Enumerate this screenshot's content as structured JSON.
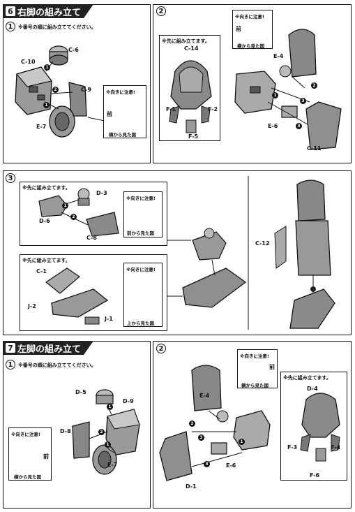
{
  "section6": {
    "num": "6",
    "title": "右脚の組み立て",
    "step1": {
      "step": "1",
      "note": "※番号の順に組み立ててください。",
      "parts": [
        "C-6",
        "C-10",
        "C-9",
        "E-7"
      ],
      "caution_title": "※向きに注意!",
      "caution_front": "前",
      "caution_caption": "横から見た図",
      "seq": [
        "1",
        "2",
        "1"
      ]
    },
    "step2": {
      "step": "2",
      "first_note": "※先に組み立てます。",
      "parts_sub": [
        "C-14",
        "F-1",
        "F-2",
        "F-5"
      ],
      "caution_title": "※向きに注意!",
      "caution_front": "前",
      "caution_caption": "横から見た図",
      "parts": [
        "E-4",
        "E-6",
        "C-11"
      ],
      "seq": [
        "1",
        "2",
        "3",
        "3"
      ]
    },
    "step3": {
      "step": "3",
      "sub1": {
        "note": "※先に組み立てます。",
        "parts": [
          "D-3",
          "D-6",
          "C-8"
        ],
        "caution_title": "※向きに注意!",
        "caution_caption": "前から見た図",
        "seq": [
          "1",
          "2"
        ]
      },
      "sub2": {
        "note": "※先に組み立てます。",
        "parts": [
          "C-1",
          "J-2",
          "J-1"
        ],
        "caution_title": "※向きに注意!",
        "caution_caption": "上から見た図"
      },
      "parts": [
        "C-12"
      ]
    }
  },
  "section7": {
    "num": "7",
    "title": "左脚の組み立て",
    "step1": {
      "step": "1",
      "note": "※番号の順に組み立ててください。",
      "parts": [
        "D-5",
        "D-9",
        "D-8",
        "E-7"
      ],
      "caution_title": "※向きに注意!",
      "caution_front": "前",
      "caution_caption": "横から見た図",
      "seq": [
        "1",
        "2",
        "1"
      ]
    },
    "step2": {
      "step": "2",
      "parts": [
        "E-4",
        "E-6",
        "D-1"
      ],
      "caution_title": "※向きに注意!",
      "caution_front": "前",
      "caution_caption": "横から見た図",
      "first_note": "※先に組み立てます。",
      "parts_sub": [
        "D-4",
        "F-3",
        "F-4",
        "F-6"
      ],
      "seq": [
        "2",
        "3",
        "1",
        "3"
      ]
    }
  }
}
